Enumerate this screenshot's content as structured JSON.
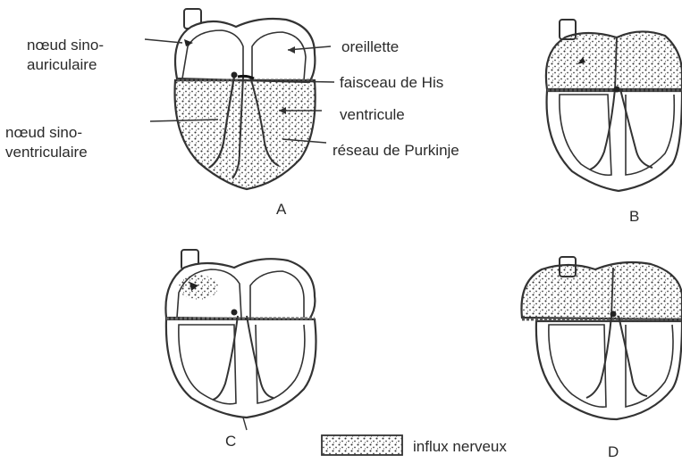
{
  "labels": {
    "noeud_sino_auriculaire_1": "nœud sino-",
    "noeud_sino_auriculaire_2": "auriculaire",
    "noeud_sino_ventriculaire_1": "nœud sino-",
    "noeud_sino_ventriculaire_2": "ventriculaire",
    "oreillette": "oreillette",
    "faisceau_de_his": "faisceau de His",
    "ventricule": "ventricule",
    "reseau_de_purkinje": "réseau de Purkinje"
  },
  "panels": {
    "a": "A",
    "b": "B",
    "c": "C",
    "d": "D"
  },
  "legend": {
    "text": "influx nerveux"
  },
  "colors": {
    "ink": "#2a2a2a",
    "paper": "#ffffff"
  }
}
